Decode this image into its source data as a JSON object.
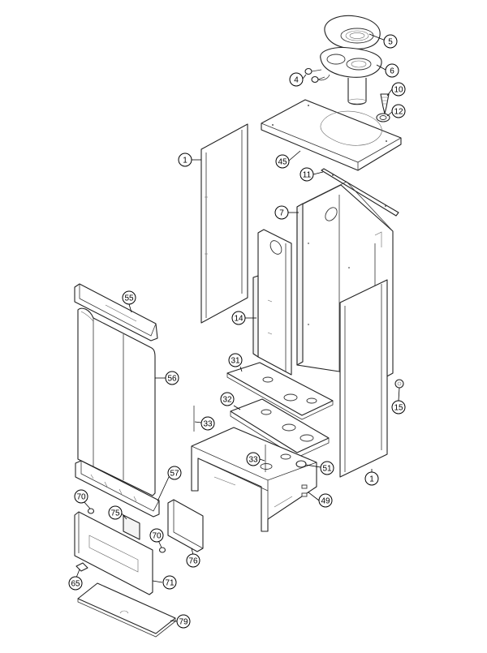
{
  "diagram": {
    "callouts": [
      {
        "id": "c5",
        "label": "5"
      },
      {
        "id": "c6",
        "label": "6"
      },
      {
        "id": "c4",
        "label": "4"
      },
      {
        "id": "c10",
        "label": "10"
      },
      {
        "id": "c12",
        "label": "12"
      },
      {
        "id": "c1a",
        "label": "1"
      },
      {
        "id": "c45",
        "label": "45"
      },
      {
        "id": "c11",
        "label": "11"
      },
      {
        "id": "c7",
        "label": "7"
      },
      {
        "id": "c55",
        "label": "55"
      },
      {
        "id": "c14",
        "label": "14"
      },
      {
        "id": "c31",
        "label": "31"
      },
      {
        "id": "c56",
        "label": "56"
      },
      {
        "id": "c15",
        "label": "15"
      },
      {
        "id": "c32",
        "label": "32"
      },
      {
        "id": "c33a",
        "label": "33"
      },
      {
        "id": "c33b",
        "label": "33"
      },
      {
        "id": "c51",
        "label": "51"
      },
      {
        "id": "c1b",
        "label": "1"
      },
      {
        "id": "c57",
        "label": "57"
      },
      {
        "id": "c70a",
        "label": "70"
      },
      {
        "id": "c49",
        "label": "49"
      },
      {
        "id": "c75",
        "label": "75"
      },
      {
        "id": "c70b",
        "label": "70"
      },
      {
        "id": "c76",
        "label": "76"
      },
      {
        "id": "c65",
        "label": "65"
      },
      {
        "id": "c71",
        "label": "71"
      },
      {
        "id": "c79",
        "label": "79"
      }
    ]
  }
}
